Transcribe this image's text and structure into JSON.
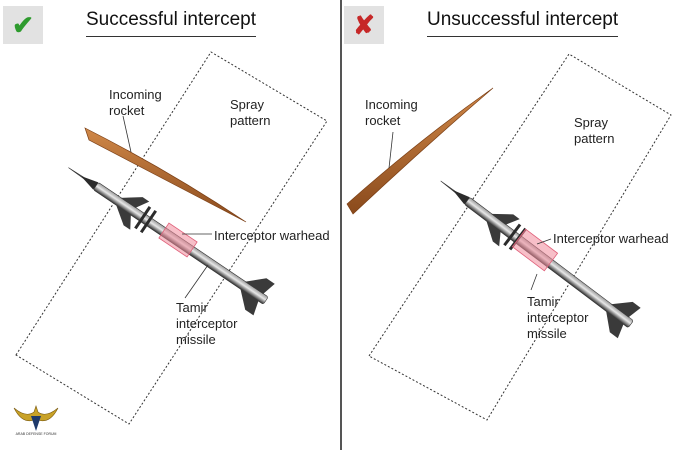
{
  "panels": [
    {
      "title": "Successful intercept",
      "status_icon": "checkmark-icon",
      "status_glyph": "✔",
      "status_color": "#2e9b2e",
      "labels": {
        "rocket": "Incoming\nrocket",
        "spray": "Spray\npattern",
        "warhead": "Interceptor warhead",
        "missile": "Tamir\ninterceptor\nmissile"
      }
    },
    {
      "title": "Unsuccessful intercept",
      "status_icon": "cross-icon",
      "status_glyph": "✘",
      "status_color": "#c62828",
      "labels": {
        "rocket": "Incoming\nrocket",
        "spray": "Spray\npattern",
        "warhead": "Interceptor warhead",
        "missile": "Tamir\ninterceptor\nmissile"
      }
    }
  ],
  "watermark": {
    "text": "ARAB DEFENSE FORUM",
    "icon": "eagle-logo-icon"
  },
  "colors": {
    "rocket": "#b0622a",
    "warhead_zone": "#f08a9a",
    "spray_outline": "#333333",
    "divider": "#555555"
  }
}
